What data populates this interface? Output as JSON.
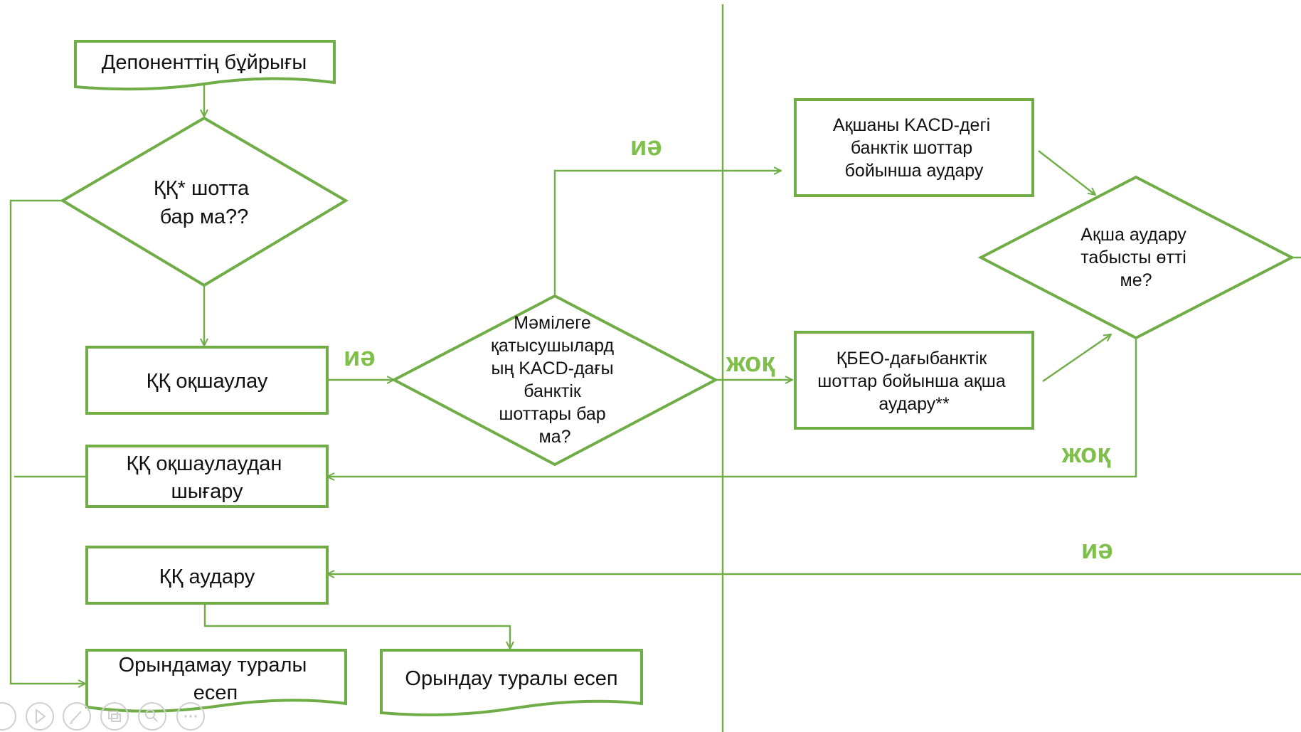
{
  "nodes": {
    "depositor_order": "Депоненттің бұйрығы",
    "has_account_q": [
      "ҚҚ* шотта",
      "бар ма??"
    ],
    "isolate": "ҚҚ оқшаулау",
    "participants_q": [
      "Мәмілеге",
      "қатысушылард",
      "ың KACD-дағы",
      "банктік",
      "шоттары бар",
      "ма?"
    ],
    "transfer_kacd": [
      "Ақшаны KACD-дегі",
      "банктік шоттар",
      "бойынша аудару"
    ],
    "transfer_kbeo": [
      "ҚБЕО-дағыбанктік",
      "шоттар бойынша ақша",
      "аудару**"
    ],
    "transfer_success_q": [
      "Ақша аудару",
      "табысты өтті",
      "ме?"
    ],
    "release": [
      "ҚҚ оқшаулаудан",
      "шығару"
    ],
    "transfer_cc": "ҚҚ аудару",
    "nonexec_report": [
      "Орындамау туралы",
      "есеп"
    ],
    "exec_report": "Орындау туралы есеп"
  },
  "edge_labels": {
    "yes_isolate": "иә",
    "yes_participants": "иә",
    "no_participants": "жоқ",
    "no_success": "жоқ",
    "yes_success": "иә"
  },
  "colors": {
    "stroke": "#70ad47",
    "label": "#7ec04a",
    "text": "#111111"
  },
  "slide_controls": [
    "prev-icon",
    "play-icon",
    "pen-icon",
    "slides-icon",
    "zoom-icon",
    "more-icon"
  ]
}
